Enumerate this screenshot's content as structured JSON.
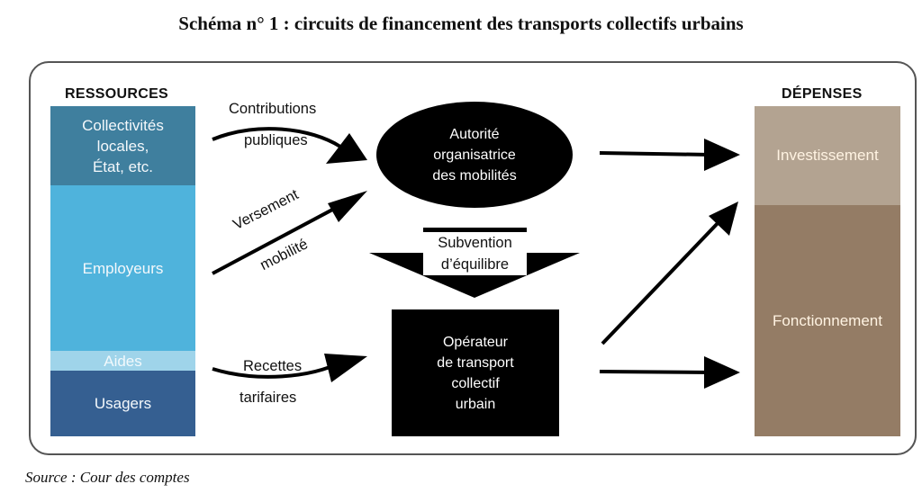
{
  "title": "Schéma n° 1 : circuits de financement des transports collectifs urbains",
  "ressources": {
    "header": "RESSOURCES",
    "collectivites_line1": "Collectivités",
    "collectivites_line2": "locales,",
    "collectivites_line3": "État, etc.",
    "employeurs": "Employeurs",
    "aides": "Aides",
    "usagers": "Usagers"
  },
  "depenses": {
    "header": "DÉPENSES",
    "investissement": "Investissement",
    "fonctionnement": "Fonctionnement"
  },
  "flows": {
    "contributions_line1": "Contributions",
    "contributions_line2": "publiques",
    "versement_line1": "Versement",
    "versement_line2": "mobilité",
    "recettes_line1": "Recettes",
    "recettes_line2": "tarifaires",
    "subvention_line1": "Subvention",
    "subvention_line2": "d’équilibre"
  },
  "autorite": {
    "line1": "Autorité",
    "line2": "organisatrice",
    "line3": "des mobilités"
  },
  "operateur": {
    "line1": "Opérateur",
    "line2": "de transport",
    "line3": "collectif",
    "line4": "urbain"
  },
  "colors": {
    "collectivites": "#3f7f9e",
    "employeurs": "#4fb3dc",
    "aides": "#9fd4ea",
    "usagers": "#355f91",
    "investissement": "#b3a391",
    "fonctionnement": "#947c65"
  },
  "source": "Source : Cour des comptes"
}
